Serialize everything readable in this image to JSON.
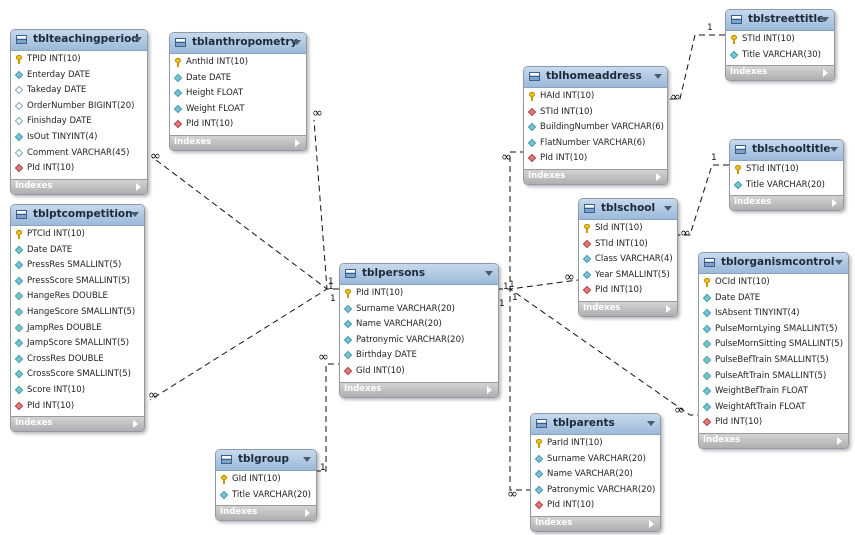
{
  "footer_label": "Indexes",
  "tables": [
    {
      "id": "tblteachingperiod",
      "title": "tblteachingperiod",
      "columns": [
        {
          "text": "TPID INT(10)",
          "icon": "key-icon"
        },
        {
          "text": "Enterday DATE",
          "icon": "field-icon"
        },
        {
          "text": "Takeday DATE",
          "icon": "open-field-icon"
        },
        {
          "text": "OrderNumber BIGINT(20)",
          "icon": "open-field-icon"
        },
        {
          "text": "Finishday DATE",
          "icon": "open-field-icon"
        },
        {
          "text": "IsOut TINYINT(4)",
          "icon": "field-icon"
        },
        {
          "text": "Comment VARCHAR(45)",
          "icon": "open-field-icon"
        },
        {
          "text": "PId INT(10)",
          "icon": "fk-icon"
        }
      ]
    },
    {
      "id": "tblanthropometry",
      "title": "tblanthropometry",
      "columns": [
        {
          "text": "AnthId INT(10)",
          "icon": "key-icon"
        },
        {
          "text": "Date DATE",
          "icon": "field-icon"
        },
        {
          "text": "Height FLOAT",
          "icon": "field-icon"
        },
        {
          "text": "Weight FLOAT",
          "icon": "field-icon"
        },
        {
          "text": "PId INT(10)",
          "icon": "fk-icon"
        }
      ]
    },
    {
      "id": "tblptcompetition",
      "title": "tblptcompetition",
      "columns": [
        {
          "text": "PTCId INT(10)",
          "icon": "key-icon"
        },
        {
          "text": "Date DATE",
          "icon": "field-icon"
        },
        {
          "text": "PressRes SMALLINT(5)",
          "icon": "field-icon"
        },
        {
          "text": "PressScore SMALLINT(5)",
          "icon": "field-icon"
        },
        {
          "text": "HangeRes DOUBLE",
          "icon": "field-icon"
        },
        {
          "text": "HangeScore SMALLINT(5)",
          "icon": "field-icon"
        },
        {
          "text": "JampRes DOUBLE",
          "icon": "field-icon"
        },
        {
          "text": "JampScore SMALLINT(5)",
          "icon": "field-icon"
        },
        {
          "text": "CrossRes DOUBLE",
          "icon": "field-icon"
        },
        {
          "text": "CrossScore SMALLINT(5)",
          "icon": "field-icon"
        },
        {
          "text": "Score INT(10)",
          "icon": "field-icon"
        },
        {
          "text": "PId INT(10)",
          "icon": "fk-icon"
        }
      ]
    },
    {
      "id": "tblgroup",
      "title": "tblgroup",
      "columns": [
        {
          "text": "GId INT(10)",
          "icon": "key-icon"
        },
        {
          "text": "Title VARCHAR(20)",
          "icon": "field-icon"
        }
      ]
    },
    {
      "id": "tblpersons",
      "title": "tblpersons",
      "columns": [
        {
          "text": "PId INT(10)",
          "icon": "key-icon"
        },
        {
          "text": "Surname VARCHAR(20)",
          "icon": "field-icon"
        },
        {
          "text": "Name VARCHAR(20)",
          "icon": "field-icon"
        },
        {
          "text": "Patronymic VARCHAR(20)",
          "icon": "field-icon"
        },
        {
          "text": "Birthday DATE",
          "icon": "field-icon"
        },
        {
          "text": "GId INT(10)",
          "icon": "fk-icon"
        }
      ]
    },
    {
      "id": "tblhomeaddress",
      "title": "tblhomeaddress",
      "columns": [
        {
          "text": "HAId INT(10)",
          "icon": "key-icon"
        },
        {
          "text": "STId INT(10)",
          "icon": "fk-icon"
        },
        {
          "text": "BuildingNumber VARCHAR(6)",
          "icon": "field-icon"
        },
        {
          "text": "FlatNumber VARCHAR(6)",
          "icon": "field-icon"
        },
        {
          "text": "PId INT(10)",
          "icon": "fk-icon"
        }
      ]
    },
    {
      "id": "tblstreettitle",
      "title": "tblstreettitle",
      "columns": [
        {
          "text": "STId INT(10)",
          "icon": "key-icon"
        },
        {
          "text": "Title VARCHAR(30)",
          "icon": "field-icon"
        }
      ]
    },
    {
      "id": "tblschooltitle",
      "title": "tblschooltitle",
      "columns": [
        {
          "text": "STId INT(10)",
          "icon": "key-icon"
        },
        {
          "text": "Title VARCHAR(20)",
          "icon": "field-icon"
        }
      ]
    },
    {
      "id": "tblschool",
      "title": "tblschool",
      "columns": [
        {
          "text": "SId INT(10)",
          "icon": "key-icon"
        },
        {
          "text": "STId INT(10)",
          "icon": "fk-icon"
        },
        {
          "text": "Class VARCHAR(4)",
          "icon": "field-icon"
        },
        {
          "text": "Year SMALLINT(5)",
          "icon": "field-icon"
        },
        {
          "text": "PId INT(10)",
          "icon": "fk-icon"
        }
      ]
    },
    {
      "id": "tblorganismcontrol",
      "title": "tblorganismcontrol",
      "columns": [
        {
          "text": "OCId INT(10)",
          "icon": "key-icon"
        },
        {
          "text": "Date DATE",
          "icon": "field-icon"
        },
        {
          "text": "IsAbsent TINYINT(4)",
          "icon": "field-icon"
        },
        {
          "text": "PulseMornLying SMALLINT(5)",
          "icon": "field-icon"
        },
        {
          "text": "PulseMornSitting SMALLINT(5)",
          "icon": "field-icon"
        },
        {
          "text": "PulseBefTrain SMALLINT(5)",
          "icon": "field-icon"
        },
        {
          "text": "PulseAftTrain SMALLINT(5)",
          "icon": "field-icon"
        },
        {
          "text": "WeightBefTrain FLOAT",
          "icon": "field-icon"
        },
        {
          "text": "WeightAftTrain FLOAT",
          "icon": "field-icon"
        },
        {
          "text": "PId INT(10)",
          "icon": "fk-icon"
        }
      ]
    },
    {
      "id": "tblparents",
      "title": "tblparents",
      "columns": [
        {
          "text": "ParId INT(10)",
          "icon": "key-icon"
        },
        {
          "text": "Surname VARCHAR(20)",
          "icon": "field-icon"
        },
        {
          "text": "Name VARCHAR(20)",
          "icon": "field-icon"
        },
        {
          "text": "Patronymic VARCHAR(20)",
          "icon": "field-icon"
        },
        {
          "text": "PId INT(10)",
          "icon": "fk-icon"
        }
      ]
    }
  ],
  "relationships": [
    {
      "from": "tblpersons",
      "to": "tblteachingperiod",
      "one": "1",
      "many": "∞"
    },
    {
      "from": "tblpersons",
      "to": "tblanthropometry",
      "one": "1",
      "many": "∞"
    },
    {
      "from": "tblpersons",
      "to": "tblptcompetition",
      "one": "1",
      "many": "∞"
    },
    {
      "from": "tblgroup",
      "to": "tblpersons",
      "one": "1",
      "many": "∞"
    },
    {
      "from": "tblpersons",
      "to": "tblhomeaddress",
      "one": "1",
      "many": "∞"
    },
    {
      "from": "tblstreettitle",
      "to": "tblhomeaddress",
      "one": "1",
      "many": "∞"
    },
    {
      "from": "tblschooltitle",
      "to": "tblschool",
      "one": "1",
      "many": "∞"
    },
    {
      "from": "tblpersons",
      "to": "tblschool",
      "one": "1",
      "many": "∞"
    },
    {
      "from": "tblpersons",
      "to": "tblorganismcontrol",
      "one": "1",
      "many": "∞"
    },
    {
      "from": "tblpersons",
      "to": "tblparents",
      "one": "1",
      "many": "∞"
    }
  ]
}
